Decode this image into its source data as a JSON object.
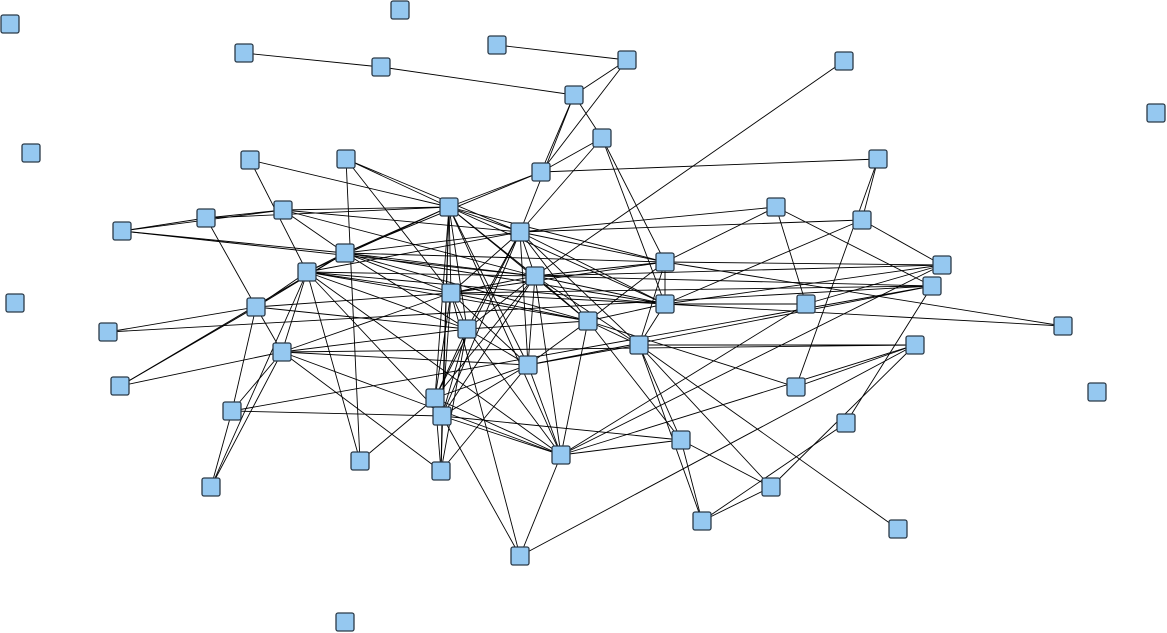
{
  "diagram": {
    "type": "network-graph",
    "node_color": "#95c8f0",
    "node_border_color": "#2b3a48",
    "edge_color": "#000000",
    "node_count": 58,
    "edges": [
      [
        2,
        3
      ],
      [
        3,
        6
      ],
      [
        4,
        5
      ],
      [
        5,
        6
      ],
      [
        5,
        13
      ],
      [
        6,
        13
      ],
      [
        6,
        21
      ],
      [
        6,
        10
      ],
      [
        10,
        13
      ],
      [
        10,
        25
      ],
      [
        10,
        31
      ],
      [
        10,
        21
      ],
      [
        13,
        14
      ],
      [
        13,
        17
      ],
      [
        13,
        22
      ],
      [
        7,
        24
      ],
      [
        11,
        17
      ],
      [
        11,
        23
      ],
      [
        12,
        17
      ],
      [
        12,
        21
      ],
      [
        12,
        30
      ],
      [
        15,
        16
      ],
      [
        15,
        17
      ],
      [
        15,
        20
      ],
      [
        15,
        29
      ],
      [
        16,
        17
      ],
      [
        16,
        21
      ],
      [
        16,
        24
      ],
      [
        16,
        22
      ],
      [
        20,
        16
      ],
      [
        20,
        22
      ],
      [
        20,
        24
      ],
      [
        17,
        21
      ],
      [
        17,
        22
      ],
      [
        17,
        23
      ],
      [
        17,
        24
      ],
      [
        17,
        25
      ],
      [
        17,
        30
      ],
      [
        17,
        31
      ],
      [
        17,
        34
      ],
      [
        17,
        35
      ],
      [
        17,
        40
      ],
      [
        17,
        44
      ],
      [
        17,
        46
      ],
      [
        17,
        51
      ],
      [
        17,
        49
      ],
      [
        21,
        22
      ],
      [
        21,
        23
      ],
      [
        21,
        24
      ],
      [
        21,
        25
      ],
      [
        21,
        30
      ],
      [
        21,
        31
      ],
      [
        21,
        34
      ],
      [
        21,
        35
      ],
      [
        21,
        38
      ],
      [
        21,
        40
      ],
      [
        21,
        44
      ],
      [
        21,
        46
      ],
      [
        21,
        19
      ],
      [
        21,
        18
      ],
      [
        22,
        23
      ],
      [
        22,
        24
      ],
      [
        22,
        30
      ],
      [
        22,
        31
      ],
      [
        22,
        34
      ],
      [
        22,
        35
      ],
      [
        22,
        25
      ],
      [
        23,
        24
      ],
      [
        23,
        30
      ],
      [
        23,
        34
      ],
      [
        23,
        35
      ],
      [
        23,
        31
      ],
      [
        23,
        29
      ],
      [
        23,
        37
      ],
      [
        23,
        46
      ],
      [
        23,
        49
      ],
      [
        24,
        25
      ],
      [
        24,
        30
      ],
      [
        24,
        31
      ],
      [
        24,
        34
      ],
      [
        24,
        35
      ],
      [
        24,
        38
      ],
      [
        24,
        40
      ],
      [
        24,
        44
      ],
      [
        24,
        46
      ],
      [
        24,
        49
      ],
      [
        24,
        26
      ],
      [
        24,
        27
      ],
      [
        25,
        31
      ],
      [
        25,
        35
      ],
      [
        25,
        30
      ],
      [
        25,
        38
      ],
      [
        25,
        26
      ],
      [
        25,
        36
      ],
      [
        25,
        18
      ],
      [
        30,
        31
      ],
      [
        30,
        34
      ],
      [
        30,
        35
      ],
      [
        30,
        40
      ],
      [
        30,
        29
      ],
      [
        30,
        37
      ],
      [
        30,
        46
      ],
      [
        30,
        44
      ],
      [
        30,
        27
      ],
      [
        31,
        35
      ],
      [
        31,
        32
      ],
      [
        31,
        38
      ],
      [
        31,
        26
      ],
      [
        31,
        19
      ],
      [
        34,
        35
      ],
      [
        34,
        40
      ],
      [
        34,
        37
      ],
      [
        34,
        44
      ],
      [
        34,
        46
      ],
      [
        34,
        51
      ],
      [
        34,
        49
      ],
      [
        34,
        29
      ],
      [
        35,
        38
      ],
      [
        35,
        40
      ],
      [
        35,
        49
      ],
      [
        35,
        48
      ],
      [
        35,
        42
      ],
      [
        38,
        40
      ],
      [
        38,
        48
      ],
      [
        38,
        53
      ],
      [
        38,
        39
      ],
      [
        38,
        54
      ],
      [
        38,
        55
      ],
      [
        40,
        46
      ],
      [
        40,
        49
      ],
      [
        40,
        37
      ],
      [
        40,
        44
      ],
      [
        40,
        51
      ],
      [
        40,
        27
      ],
      [
        32,
        18
      ],
      [
        32,
        26
      ],
      [
        32,
        49
      ],
      [
        19,
        26
      ],
      [
        19,
        14
      ],
      [
        18,
        27
      ],
      [
        29,
        33
      ],
      [
        29,
        41
      ],
      [
        29,
        37
      ],
      [
        29,
        22
      ],
      [
        33,
        27
      ],
      [
        37,
        41
      ],
      [
        37,
        45
      ],
      [
        37,
        52
      ],
      [
        37,
        49
      ],
      [
        37,
        51
      ],
      [
        37,
        39
      ],
      [
        45,
        46
      ],
      [
        45,
        52
      ],
      [
        45,
        29
      ],
      [
        44,
        46
      ],
      [
        44,
        51
      ],
      [
        44,
        49
      ],
      [
        44,
        50
      ],
      [
        46,
        48
      ],
      [
        46,
        49
      ],
      [
        46,
        51
      ],
      [
        46,
        56
      ],
      [
        49,
        39
      ],
      [
        49,
        26
      ],
      [
        49,
        48
      ],
      [
        49,
        56
      ],
      [
        48,
        53
      ],
      [
        48,
        54
      ],
      [
        54,
        47
      ],
      [
        54,
        53
      ],
      [
        53,
        39
      ],
      [
        56,
        39
      ],
      [
        56,
        30
      ],
      [
        42,
        39
      ],
      [
        42,
        14
      ],
      [
        50,
        23
      ],
      [
        50,
        12
      ],
      [
        52,
        23
      ],
      [
        41,
        22
      ],
      [
        47,
        27
      ],
      [
        36,
        31
      ],
      [
        45,
        27
      ]
    ]
  }
}
